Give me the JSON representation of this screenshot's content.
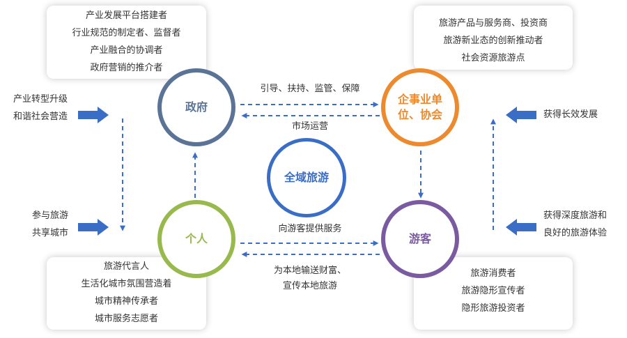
{
  "colors": {
    "gov": "#5a7396",
    "ent": "#ee8a2e",
    "ind": "#98b94c",
    "tour": "#7a5aa0",
    "center": "#3a6ec6",
    "arrow": "#3a6ec6"
  },
  "nodes": {
    "gov": "政府",
    "ent_line1": "企事业单",
    "ent_line2": "位、协会",
    "ind": "个人",
    "tour": "游客",
    "center": "全域旅游"
  },
  "cards": {
    "gov": [
      "产业发展平台搭建者",
      "行业规范的制定者、监督者",
      "产业融合的协调者",
      "政府营销的推介者"
    ],
    "ent": [
      "旅游产品与服务商、投资商",
      "旅游新业态的创新推动者",
      "社会资源旅游点"
    ],
    "ind": [
      "旅游代言人",
      "生活化城市氛围营造着",
      "城市精神传承者",
      "城市服务志愿者"
    ],
    "tour": [
      "旅游消费者",
      "旅游隐形宣传者",
      "隐形旅游投资者"
    ]
  },
  "relations": {
    "gov_to_ent": "引导、扶持、监管、保障",
    "ent_to_gov": "市场运营",
    "ind_to_tour": "向游客提供服务",
    "tour_to_ind_line1": "为本地输送财富、",
    "tour_to_ind_line2": "宣传本地旅游"
  },
  "side_labels": {
    "left_top": [
      "产业转型升级",
      "和谐社会营造"
    ],
    "left_bottom": [
      "参与旅游",
      "共享城市"
    ],
    "right_top": [
      "获得长效发展"
    ],
    "right_bottom": [
      "获得深度旅游和",
      "良好的旅游体验"
    ]
  }
}
